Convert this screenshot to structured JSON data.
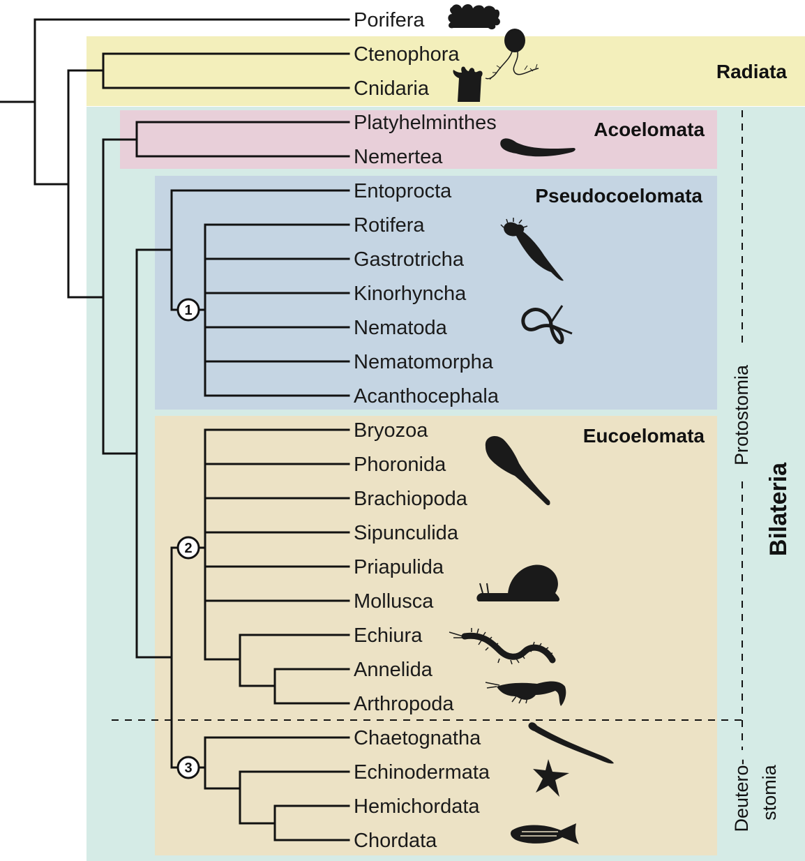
{
  "taxa": [
    "Porifera",
    "Ctenophora",
    "Cnidaria",
    "Platyhelminthes",
    "Nemertea",
    "Entoprocta",
    "Rotifera",
    "Gastrotricha",
    "Kinorhyncha",
    "Nematoda",
    "Nematomorpha",
    "Acanthocephala",
    "Bryozoa",
    "Phoronida",
    "Brachiopoda",
    "Sipunculida",
    "Priapulida",
    "Mollusca",
    "Echiura",
    "Annelida",
    "Arthropoda",
    "Chaetognatha",
    "Echinodermata",
    "Hemichordata",
    "Chordata"
  ],
  "groups": {
    "radiata": "Radiata",
    "acoelomata": "Acoelomata",
    "pseudocoelomata": "Pseudocoelomata",
    "eucoelomata": "Eucoelomata",
    "bilateria": "Bilateria",
    "protostomia": "Protostomia",
    "deuterostomia_line1": "Deutero-",
    "deuterostomia_line2": "stomia"
  },
  "nodes": [
    "1",
    "2",
    "3"
  ],
  "colors": {
    "radiata_bg": "#f3efbb",
    "bilateria_bg": "#d5ebe6",
    "acoelomata_bg": "#e8cfd9",
    "pseudocoelomata_bg": "#c5d5e3",
    "eucoelomata_bg": "#ece2c5",
    "lines": "#111111"
  },
  "icons": [
    "sponge-icon",
    "ctenophore-icon",
    "sea-anemone-icon",
    "flatworm-icon",
    "rotifer-icon",
    "nematode-icon",
    "phoronid-icon",
    "snail-icon",
    "polychaete-icon",
    "shrimp-icon",
    "arrow-worm-icon",
    "starfish-icon",
    "fish-icon"
  ]
}
